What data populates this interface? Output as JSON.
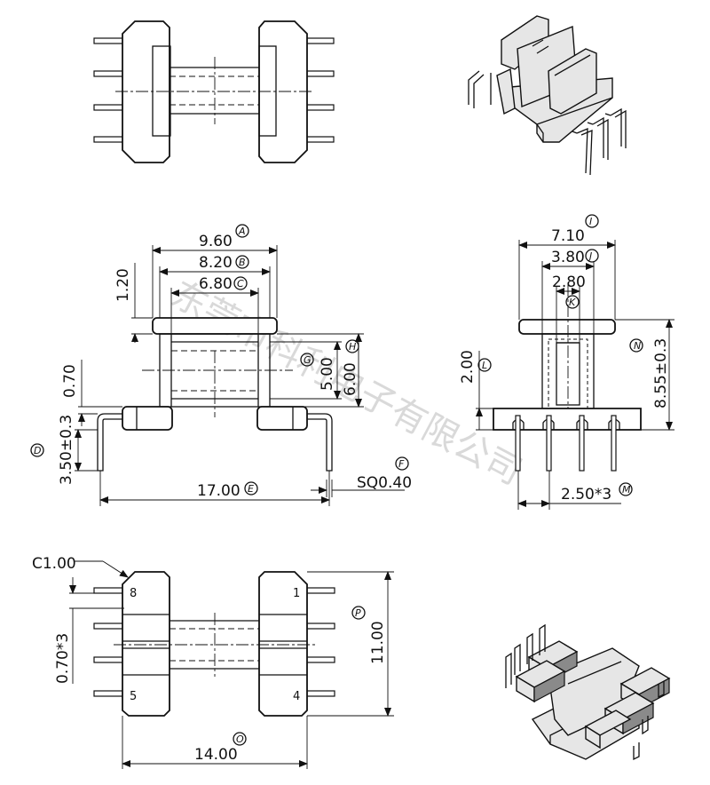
{
  "watermark": "东莞市科利电子有限公司",
  "front_view": {
    "dims": [
      {
        "value": "9.60",
        "ref": "A"
      },
      {
        "value": "8.20",
        "ref": "B"
      },
      {
        "value": "6.80",
        "ref": "C"
      },
      {
        "value": "1.20",
        "ref": ""
      },
      {
        "value": "0.70",
        "ref": ""
      },
      {
        "value": "5.00",
        "ref": "G"
      },
      {
        "value": "6.00",
        "ref": "H"
      },
      {
        "value": "3.50±0.3",
        "ref": "D"
      },
      {
        "value": "17.00",
        "ref": "E"
      },
      {
        "value": "SQ0.40",
        "ref": "F"
      }
    ]
  },
  "side_view": {
    "dims": [
      {
        "value": "7.10",
        "ref": "I"
      },
      {
        "value": "3.80",
        "ref": "J"
      },
      {
        "value": "2.80",
        "ref": "K"
      },
      {
        "value": "2.00",
        "ref": "L"
      },
      {
        "value": "8.55±0.3",
        "ref": "N"
      },
      {
        "value": "2.50*3",
        "ref": "M"
      }
    ]
  },
  "bottom_view": {
    "chamfer_label": "C1.00",
    "pitch_label": "0.70*3",
    "dims": [
      {
        "value": "11.00",
        "ref": "P"
      },
      {
        "value": "14.00",
        "ref": "O"
      }
    ],
    "pin_numbers": [
      "8",
      "5",
      "1",
      "4"
    ]
  }
}
